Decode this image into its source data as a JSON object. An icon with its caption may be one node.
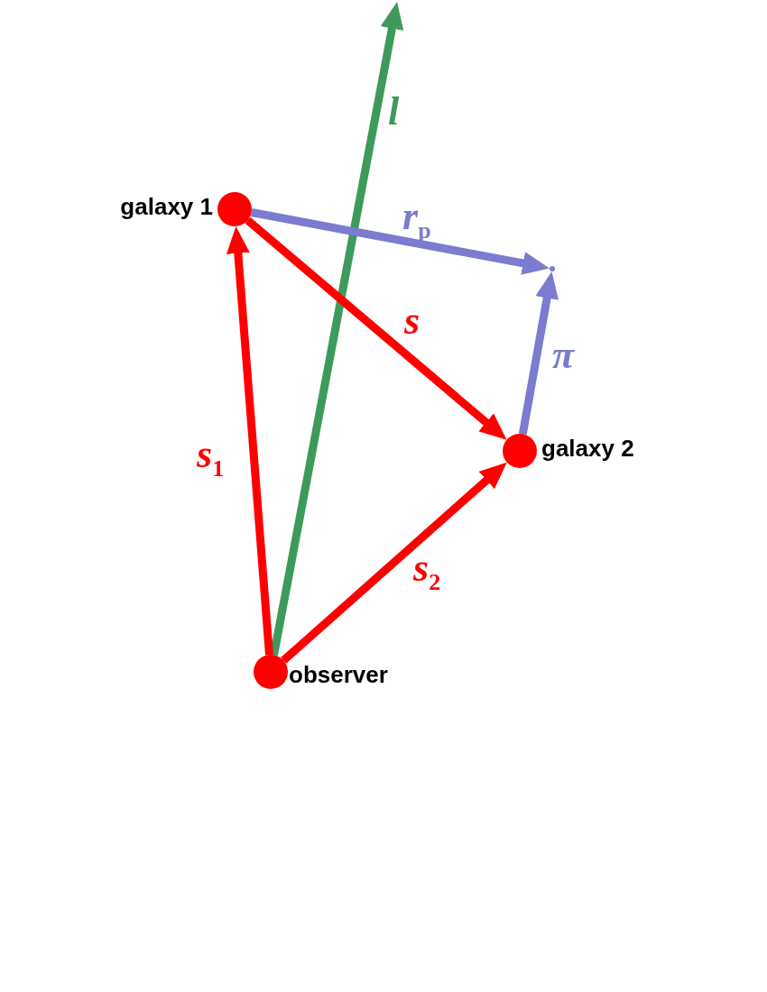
{
  "diagram": {
    "nodes": [
      {
        "text": [],
        "shape": "circle",
        "beside": [
          "galaxy 1"
        ]
      },
      {
        "text": [],
        "shape": "point"
      },
      {
        "text": [],
        "shape": "circle",
        "beside": [
          "galaxy 2"
        ]
      },
      {
        "text": [],
        "shape": "circle",
        "beside": [
          "observer"
        ]
      }
    ],
    "edges": [
      {
        "from": 3,
        "to": null,
        "arrow": "to",
        "label": "l",
        "color": "#3d9a5c"
      },
      {
        "from": 0,
        "to": 1,
        "arrow": "to",
        "label": "r$_{p}$",
        "color": "#7b7bcf"
      },
      {
        "from": 0,
        "to": 2,
        "arrow": "to",
        "label": "s"
      },
      {
        "from": 2,
        "to": 1,
        "arrow": "to",
        "label": "π",
        "color": "#7b7bcf"
      },
      {
        "from": 3,
        "to": 0,
        "arrow": "to",
        "label": "s$_{1}$"
      },
      {
        "from": 3,
        "to": 2,
        "arrow": "to",
        "label": "s$_{2}$"
      }
    ]
  }
}
